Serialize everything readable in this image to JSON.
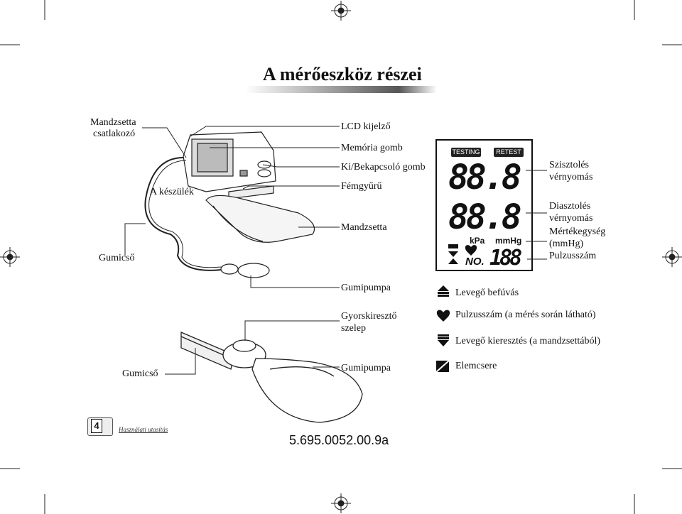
{
  "title": "A mérőeszköz részei",
  "device_labels": {
    "mandzsetta_csatlakozo_line1": "Mandzsetta",
    "mandzsetta_csatlakozo_line2": "csatlakozó",
    "keszulek": "A készülék",
    "gumicso_top": "Gumicső",
    "lcd": "LCD kijelző",
    "memoria": "Memória gomb",
    "kibe": "Ki/Bekapcsoló gomb",
    "femgyuru": "Fémgyűrű",
    "mandzsetta": "Mandzsetta",
    "gumipumpa_top": "Gumipumpa",
    "gyors_line1": "Gyorskiresztő",
    "gyors_line2": "szelep",
    "gumipumpa_bottom": "Gumipumpa",
    "gumicso_bottom": "Gumicső"
  },
  "lcd": {
    "testing": "TESTING",
    "retest": "RETEST",
    "digits_sys": "88.8",
    "digits_dia": "88.8",
    "kpa": "kPa",
    "mmhg": "mmHg",
    "no": "NO.",
    "pulse_digits": "188"
  },
  "lcd_labels": {
    "sys_line1": "Szisztolés",
    "sys_line2": "vérnyomás",
    "dia_line1": "Diasztolés",
    "dia_line2": "vérnyomás",
    "unit_line1": "Mértékegység",
    "unit_line2": "(mmHg)",
    "pulse": "Pulzusszám"
  },
  "legend": [
    {
      "icon": "air-inflate-icon",
      "text": "Levegő befúvás"
    },
    {
      "icon": "heart-icon",
      "text": "Pulzusszám (a mérés során látható)"
    },
    {
      "icon": "air-release-icon",
      "text": "Levegő kieresztés (a mandzsettából)"
    },
    {
      "icon": "battery-icon",
      "text": "Elemcsere"
    }
  ],
  "footer": {
    "page_number": "4",
    "manual_text": "Használati utasítás",
    "code": "5.695.0052.00.9a"
  }
}
